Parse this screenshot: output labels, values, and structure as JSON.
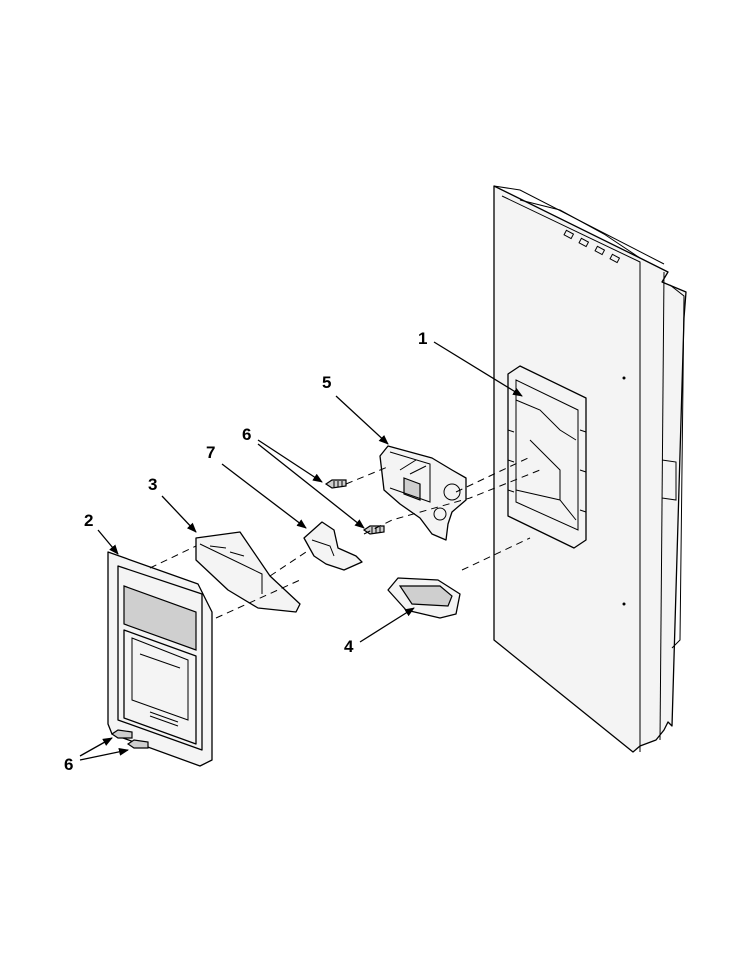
{
  "diagram": {
    "callouts": {
      "c1": "1",
      "c2": "2",
      "c3": "3",
      "c4": "4",
      "c5": "5",
      "c6a": "6",
      "c6b": "6",
      "c7": "7"
    }
  }
}
